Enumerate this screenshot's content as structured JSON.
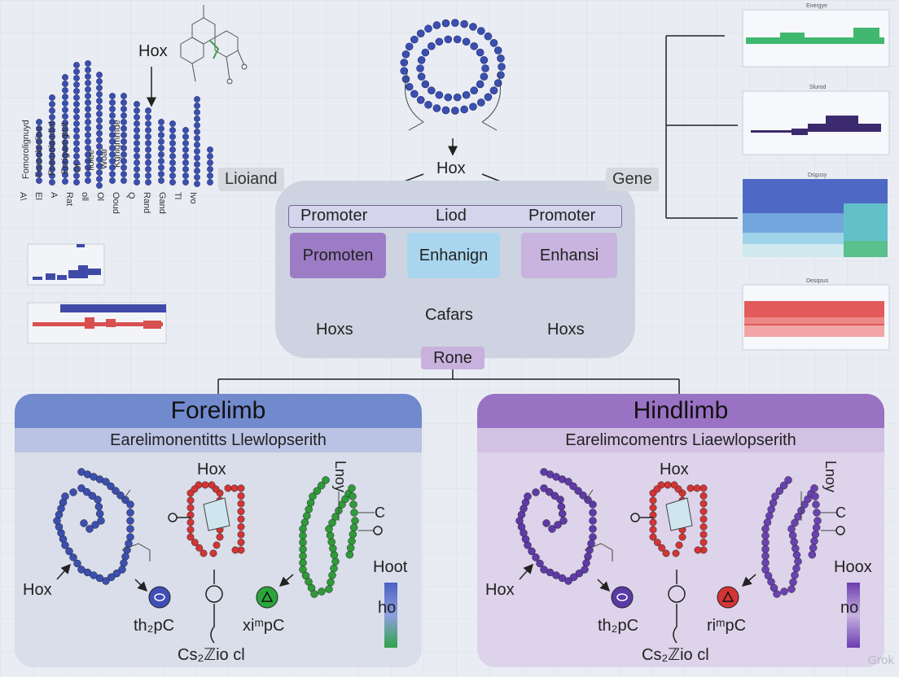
{
  "top_left": {
    "arrow_label": "Hox",
    "col_labels": [
      "Fomorolignuyd",
      "Foasobtoline",
      "Foeruolaodiel",
      "Eorigwmgttdl",
      "Gt",
      "fiolee",
      "Woar",
      "Kgnigmmde"
    ],
    "base_labels": [
      "A\\",
      "El",
      "A",
      "Rat",
      "oll",
      "Ol",
      "Ooud",
      "Q",
      "Rand",
      "Gand",
      "Tl",
      "Ivo"
    ],
    "ligand_label": "Lioiand"
  },
  "center": {
    "hox_label": "Hox",
    "promoter_bar": {
      "left": "Promoter",
      "middle": "Liod",
      "right": "Promoter"
    },
    "boxes": [
      "Promoten",
      "Enhanign",
      "Enhansi"
    ],
    "left_hoxs": "Hoxs",
    "right_hoxs": "Hoxs",
    "cafars": "Cafars",
    "rone": "Rone"
  },
  "right": {
    "gene_label": "Gene",
    "chart_titles": [
      "Energye",
      "Slurod",
      "Dsgusy",
      "Desqsus"
    ]
  },
  "forelimb": {
    "title": "Forelimb",
    "subtitle": "Earelimonentitts Llewlopserith",
    "hox_top": "Hox",
    "hox_left": "Hox",
    "side_text": "Lnoy",
    "c_label": "C",
    "label_th": "th₂pC",
    "label_xi": "xiᵐpC",
    "bottom": "Cs₂ℤio cl",
    "legend_top": "Hoot",
    "legend_mid": "ho",
    "colors": {
      "header": "#7189cd",
      "sub": "#bac3e3",
      "body": "#d9deea",
      "chain1": "#3b4fb0",
      "chain2": "#d33535",
      "chain3": "#2f9a3a"
    }
  },
  "hindlimb": {
    "title": "Hindlimb",
    "subtitle": "Earelimcomentrs Liaewlopserith",
    "hox_top": "Hox",
    "hox_left": "Hox",
    "side_text": "Lnoy",
    "c_label": "C",
    "label_th": "th₂pC",
    "label_ri": "riᵐpC",
    "bottom": "Cs₂ℤio cl",
    "legend_top": "Hoox",
    "legend_mid": "no",
    "colors": {
      "header": "#9a72c4",
      "sub": "#d2c1e3",
      "body": "#ddd3ea",
      "chain1": "#5f3aa7",
      "chain2": "#d33535",
      "chain3": "#6a42b0"
    }
  },
  "watermark": "Grok"
}
